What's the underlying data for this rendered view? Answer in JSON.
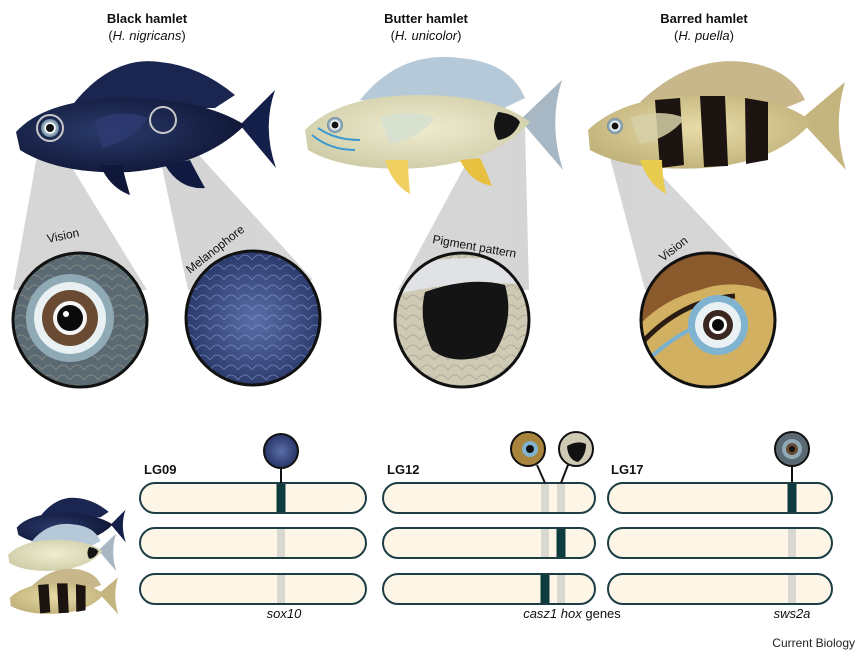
{
  "fish": [
    {
      "common": "Black hamlet",
      "sci_genus": "H. ",
      "sci_species": "nigricans",
      "sci_open": "(",
      "sci_close": ")"
    },
    {
      "common": "Butter hamlet",
      "sci_genus": "H. ",
      "sci_species": "unicolor",
      "sci_open": "(",
      "sci_close": ")"
    },
    {
      "common": "Barred hamlet",
      "sci_genus": "H. ",
      "sci_species": "puella",
      "sci_open": "(",
      "sci_close": ")"
    }
  ],
  "callouts": [
    "Vision",
    "Melanophore",
    "Pigment pattern",
    "Vision"
  ],
  "linkage_groups": [
    "LG09",
    "LG12",
    "LG17"
  ],
  "genes": {
    "lg09": "sox10",
    "lg12_italic": "casz1 hox",
    "lg12_plain": " genes",
    "lg17": "sws2a"
  },
  "credit": "Current Biology",
  "colors": {
    "chromosome_fill": "#fdf6e6",
    "chromosome_stroke": "#1c3d44",
    "marker_dark": "#0d3b3e",
    "marker_light": "#d8d8d0",
    "cone": "#d0d0d0"
  }
}
